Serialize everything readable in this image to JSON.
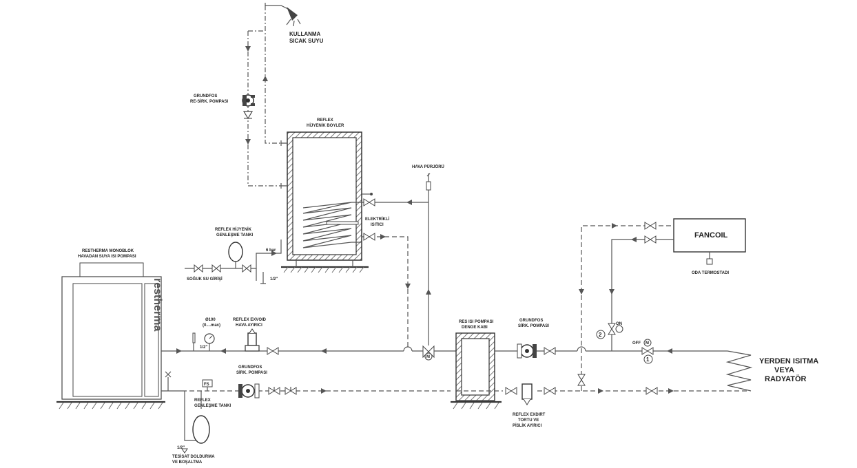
{
  "labels": {
    "dhw": [
      "KULLANMA",
      "SICAK SUYU"
    ],
    "grundfos_resirk": [
      "GRUNDFOS",
      "RE-SİRK. POMPASI"
    ],
    "boiler": [
      "REFLEX",
      "HİJYENİK BOYLER"
    ],
    "hava_purjoru": "HAVA PÜRJÖRÜ",
    "elektrikli": [
      "ELEKTRİKLİ",
      "ISITICI"
    ],
    "reflex_hijyenik": [
      "REFLEX HİJYENİK",
      "GENLEŞME TANKI"
    ],
    "bar6": "6 bar",
    "soguk_su": "SOĞUK SU GİRİŞİ",
    "half_inch_a": "1/2\"",
    "heatpump": [
      "RESTHERMA MONOBLOK",
      "HAVADAN SUYA ISI POMPASI"
    ],
    "brand": "restherma",
    "diameter": [
      "Ø100",
      "(0....max)"
    ],
    "exvoid": [
      "REFLEX EXVOID",
      "HAVA AYIRICI"
    ],
    "half_inch_b": "1/2\"",
    "grundfos_sirk_a": [
      "GRUNDFOS",
      "SİRK. POMPASI"
    ],
    "fs": "FS",
    "reflex_genlesme": [
      "REFLEX",
      "GENLEŞME TANKI"
    ],
    "half_inch_c": "1/2\"",
    "tesisat": [
      "TESİSAT DOLDURMA",
      "VE BOŞALTMA"
    ],
    "denge": [
      "RES ISI POMPASI",
      "DENGE KABI"
    ],
    "grundfos_sirk_b": [
      "GRUNDFOS",
      "SİRK. POMPASI"
    ],
    "exdirt": [
      "REFLEX EXDIRT",
      "TORTU VE",
      "PİSLİK AYIRICI"
    ],
    "fancoil": "FANCOIL",
    "oda_termostadi": "ODA TERMOSTADI",
    "on": "ON",
    "off": "OFF",
    "m": "M",
    "n1": "1",
    "n2": "2",
    "yerden": [
      "YERDEN ISITMA",
      "VEYA",
      "RADYATÖR"
    ]
  }
}
